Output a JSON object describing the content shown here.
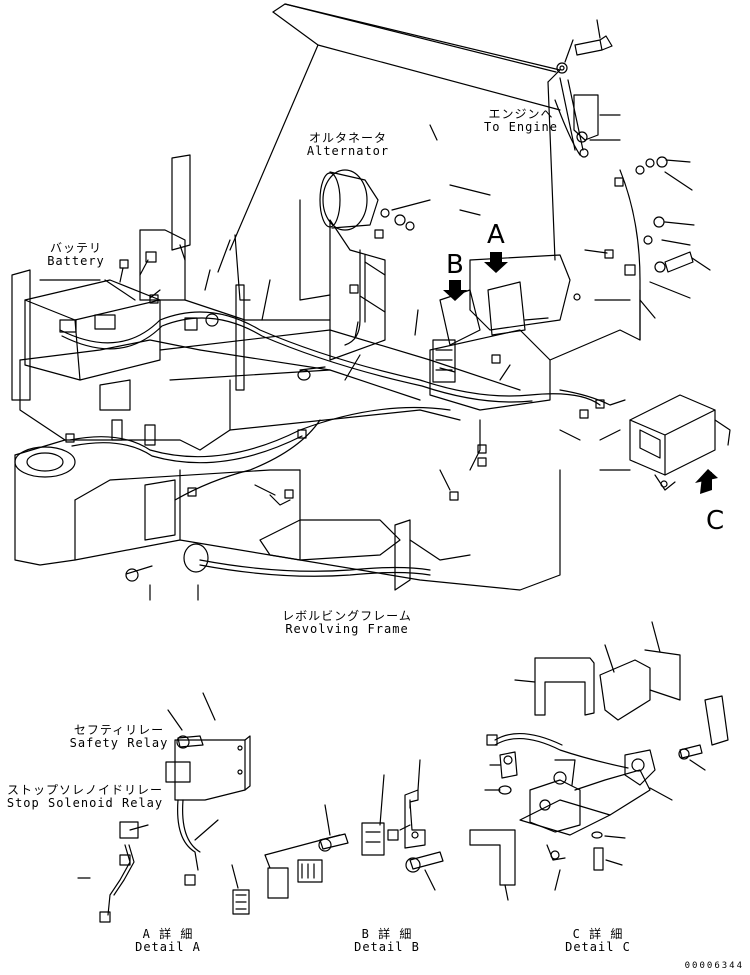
{
  "labels": {
    "engine_jp": "エンジンへ",
    "engine_en": "To Engine",
    "alternator_jp": "オルタネータ",
    "alternator_en": "Alternator",
    "battery_jp": "バッテリ",
    "battery_en": "Battery",
    "frame_jp": "レボルビングフレーム",
    "frame_en": "Revolving Frame",
    "safety_relay_jp": "セフティリレー",
    "safety_relay_en": "Safety Relay",
    "stop_solenoid_jp": "ストップソレノイドリレー",
    "stop_solenoid_en": "Stop Solenoid Relay"
  },
  "view_arrows": {
    "a": "A",
    "b": "B",
    "c": "C"
  },
  "details": {
    "a_jp": "A 詳 細",
    "a_en": "Detail A",
    "b_jp": "B 詳 細",
    "b_en": "Detail B",
    "c_jp": "C 詳 細",
    "c_en": "Detail C"
  },
  "drawing_number": "00006344",
  "colors": {
    "ink": "#000000",
    "paper": "#ffffff"
  }
}
